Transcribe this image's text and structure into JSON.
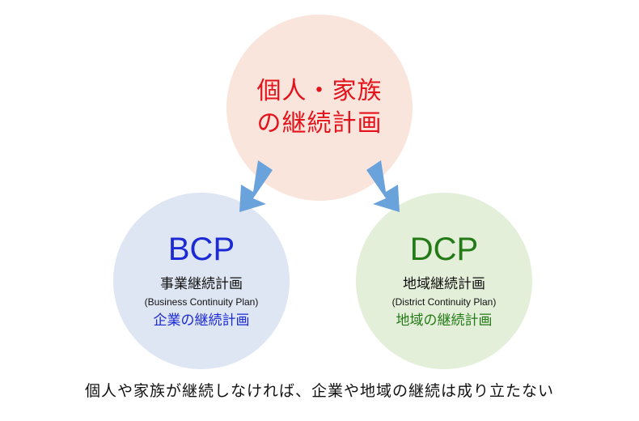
{
  "top_circle": {
    "line1": "個人・家族",
    "line2": "の継続計画"
  },
  "left_circle": {
    "acronym": "BCP",
    "jp_name": "事業継続計画",
    "en_name": "(Business Continuity Plan)",
    "subtitle": "企業の継続計画"
  },
  "right_circle": {
    "acronym": "DCP",
    "jp_name": "地域継続計画",
    "en_name": "(District Continuity Plan)",
    "subtitle": "地域の継続計画"
  },
  "caption": "個人や家族が継続しなければ、企業や地域の継続は成り立たない",
  "colors": {
    "top_circle_fill": "#fae5dc",
    "left_circle_fill": "#dee6f3",
    "right_circle_fill": "#e4efd9",
    "arrow": "#6aa2dc",
    "red_text": "#e3121b",
    "blue_text": "#1b2ad4",
    "green_text": "#237a17"
  },
  "icons": {
    "left_arrow": "arrow-down-left-icon",
    "right_arrow": "arrow-down-right-icon"
  }
}
